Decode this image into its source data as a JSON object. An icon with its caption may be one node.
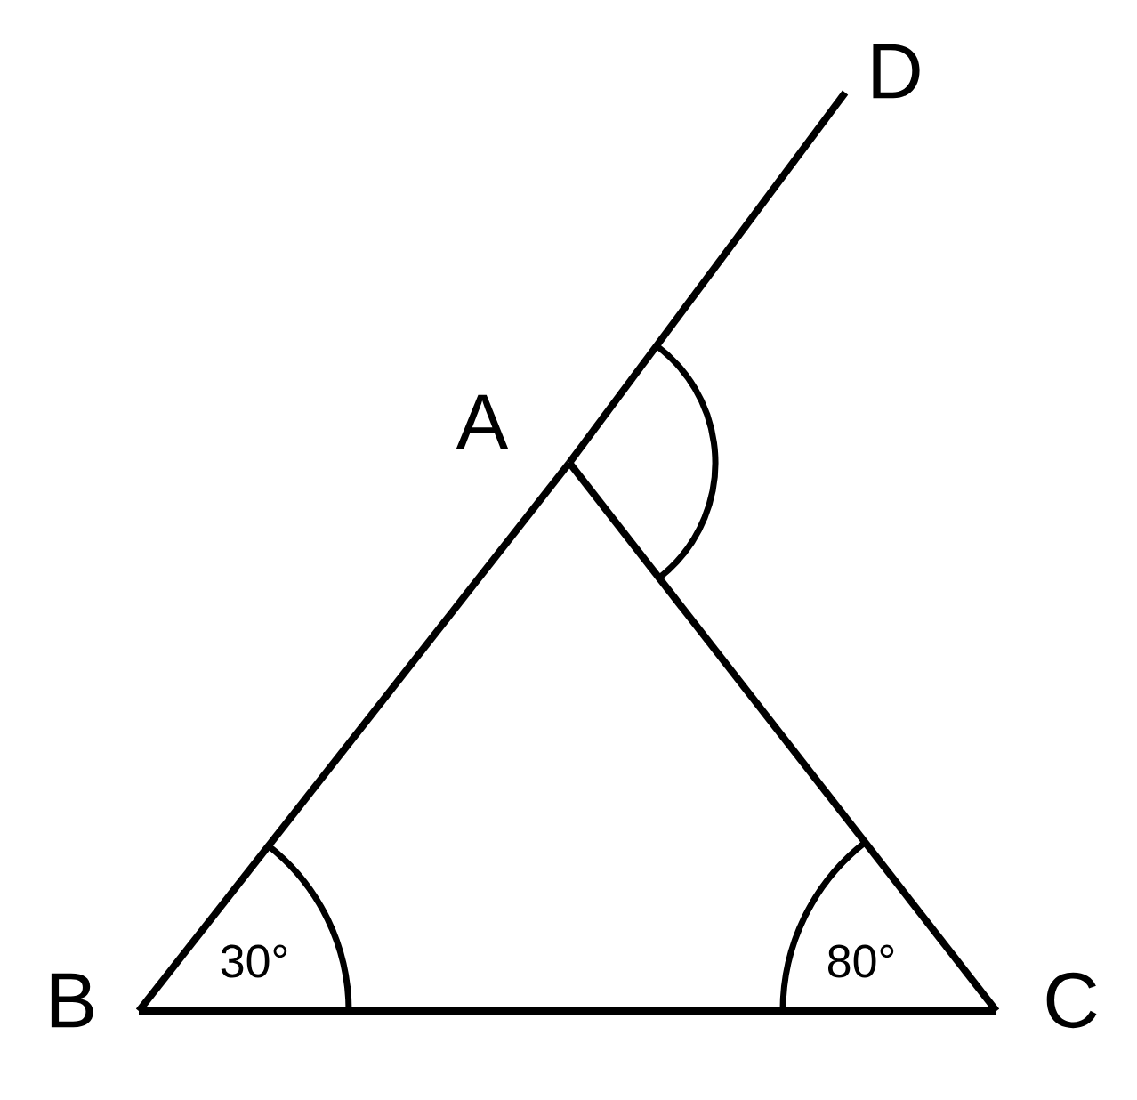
{
  "diagram": {
    "nodes": [
      {
        "text": [],
        "shape": "point",
        "beside": [
          "D"
        ]
      },
      {
        "text": [],
        "shape": "point",
        "beside": [
          "A"
        ]
      },
      {
        "text": [],
        "shape": "point",
        "beside": [
          "B"
        ]
      },
      {
        "text": [],
        "shape": "point",
        "beside": [
          "C"
        ]
      }
    ],
    "edges": [
      {
        "from": 2,
        "to": 1,
        "arrow": "none"
      },
      {
        "from": 1,
        "to": 0,
        "arrow": "none"
      },
      {
        "from": 1,
        "to": 3,
        "arrow": "none"
      },
      {
        "from": 2,
        "to": 3,
        "arrow": "none"
      }
    ],
    "labels": [
      "30°",
      "80°"
    ]
  }
}
